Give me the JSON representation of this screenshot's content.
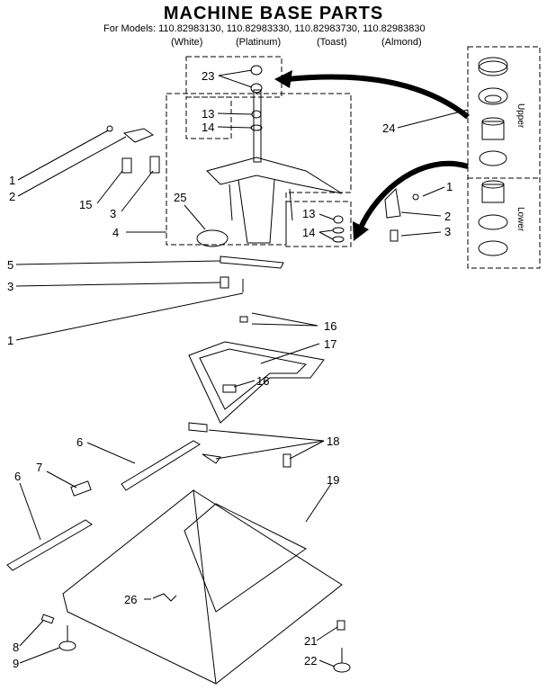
{
  "title": "MACHINE BASE PARTS",
  "models_line": "For Models: 110.82983130, 110.82983330, 110.82983730, 110.82983830",
  "colors": [
    "(White)",
    "(Platinum)",
    "(Toast)",
    "(Almond)"
  ],
  "callouts": [
    "1",
    "2",
    "3",
    "4",
    "5",
    "6",
    "7",
    "8",
    "9",
    "13",
    "14",
    "15",
    "16",
    "17",
    "18",
    "19",
    "21",
    "22",
    "23",
    "24",
    "25",
    "26"
  ],
  "inset": {
    "upper": "Upper",
    "lower": "Lower"
  }
}
